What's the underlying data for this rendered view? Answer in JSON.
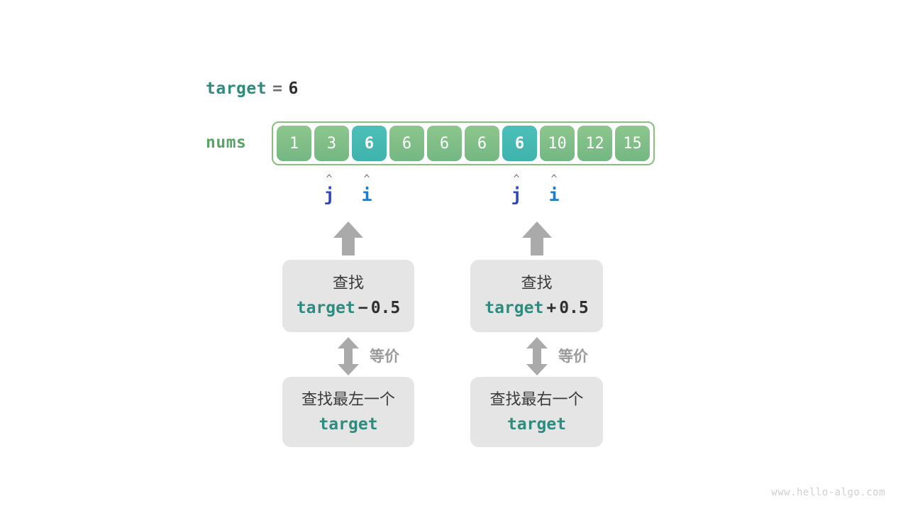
{
  "target_line": {
    "name": "target",
    "operator": "=",
    "value": "6"
  },
  "array": {
    "label": "nums",
    "cells": [
      {
        "value": "1",
        "highlighted": false
      },
      {
        "value": "3",
        "highlighted": false
      },
      {
        "value": "6",
        "highlighted": true
      },
      {
        "value": "6",
        "highlighted": false
      },
      {
        "value": "6",
        "highlighted": false
      },
      {
        "value": "6",
        "highlighted": false
      },
      {
        "value": "6",
        "highlighted": true
      },
      {
        "value": "10",
        "highlighted": false
      },
      {
        "value": "12",
        "highlighted": false
      },
      {
        "value": "15",
        "highlighted": false
      }
    ]
  },
  "pointers": [
    {
      "caret": "^",
      "name": "j",
      "index": 1,
      "group": "left"
    },
    {
      "caret": "^",
      "name": "i",
      "index": 2,
      "group": "left"
    },
    {
      "caret": "^",
      "name": "j",
      "index": 6,
      "group": "right"
    },
    {
      "caret": "^",
      "name": "i",
      "index": 7,
      "group": "right"
    }
  ],
  "columns": {
    "left": {
      "upper_box": {
        "line1": "查找",
        "code_keyword": "target",
        "code_operator": "−",
        "code_number": "0.5"
      },
      "equivalence_label": "等价",
      "lower_box": {
        "line1": "查找最左一个",
        "code_keyword": "target"
      }
    },
    "right": {
      "upper_box": {
        "line1": "查找",
        "code_keyword": "target",
        "code_operator": "+",
        "code_number": "0.5"
      },
      "equivalence_label": "等价",
      "lower_box": {
        "line1": "查找最右一个",
        "code_keyword": "target"
      }
    }
  },
  "watermark": "www.hello-algo.com",
  "colors": {
    "keyword_teal": "#2e8b7e",
    "array_green": "#7dbd83",
    "array_highlight": "#45bab3",
    "pointer_j": "#2f45c2",
    "pointer_i": "#1f7ccb",
    "box_background": "#e5e5e5",
    "arrow_gray": "#aaaaaa"
  }
}
